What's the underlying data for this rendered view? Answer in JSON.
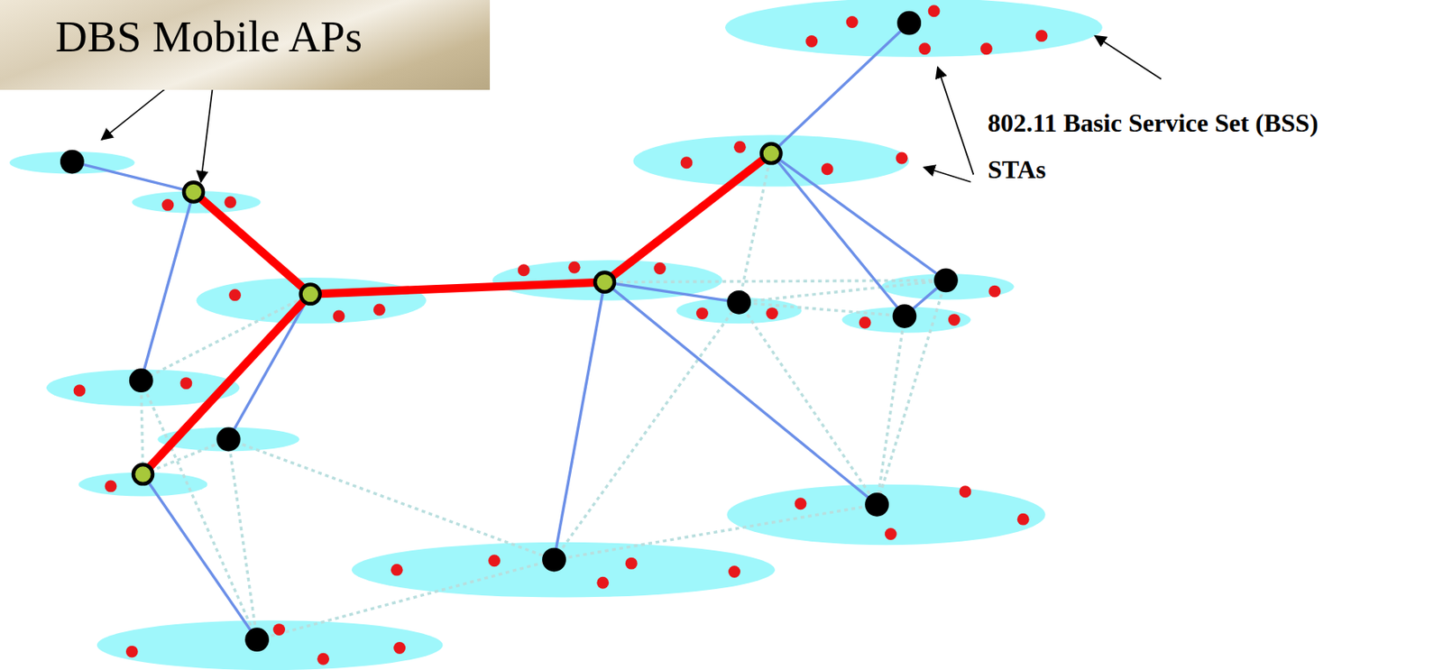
{
  "diagram": {
    "nodes": [
      {
        "text": [
          "DBS Mobile APs"
        ]
      }
    ],
    "labels": [
      "802.11 Basic Service Set (BSS)",
      "STAs"
    ]
  }
}
